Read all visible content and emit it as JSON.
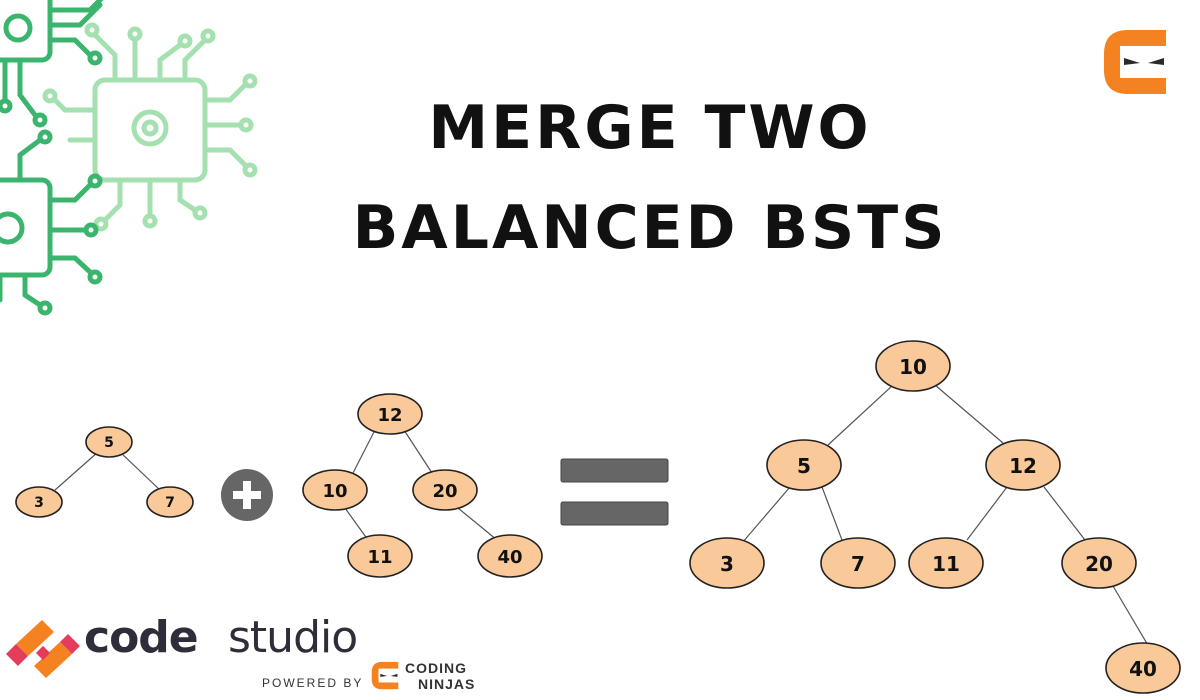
{
  "title": {
    "line1": "MERGE TWO",
    "line2": "BALANCED BSTS"
  },
  "colors": {
    "node_fill": "#fac999",
    "node_stroke": "#222222",
    "edge": "#555555",
    "operator": "#666666",
    "brand_orange": "#f58220",
    "circuit_green": "#3bb56e",
    "circuit_light": "#a5e0b0"
  },
  "operators": {
    "plus": "plus-icon",
    "equals": "equals-icon"
  },
  "tree1": {
    "nodes": [
      "5",
      "3",
      "7"
    ]
  },
  "tree2": {
    "nodes": [
      "12",
      "10",
      "20",
      "11",
      "40"
    ]
  },
  "merged_tree": {
    "nodes": [
      "10",
      "5",
      "12",
      "3",
      "7",
      "11",
      "20",
      "40"
    ]
  },
  "branding": {
    "code": "code",
    "studio": "studio",
    "powered_by": "POWERED BY",
    "ninjas_line1": "CODING",
    "ninjas_line2": "NINJAS"
  }
}
